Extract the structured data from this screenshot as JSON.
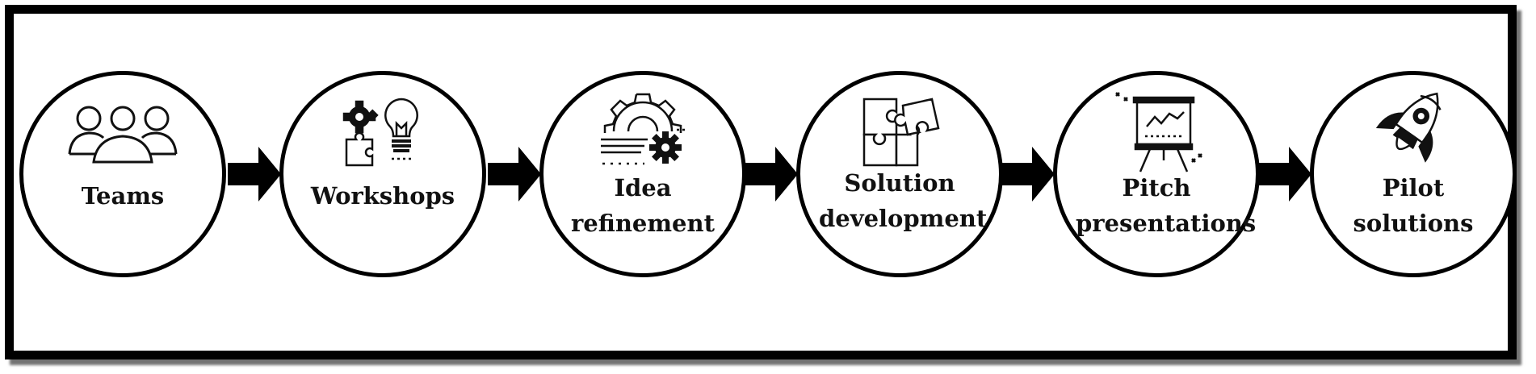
{
  "stages": [
    {
      "label": "Teams",
      "icon": "team-icon"
    },
    {
      "label": "Workshops",
      "icon": "workshop-icon"
    },
    {
      "label": "Idea refinement",
      "icon": "gear-icon"
    },
    {
      "label": "Solution development",
      "icon": "puzzle-icon"
    },
    {
      "label": "Pitch presentations",
      "icon": "presentation-board-icon"
    },
    {
      "label": "Pilot solutions",
      "icon": "rocket-icon"
    }
  ],
  "colors": {
    "stroke": "#000000",
    "background": "#ffffff"
  }
}
